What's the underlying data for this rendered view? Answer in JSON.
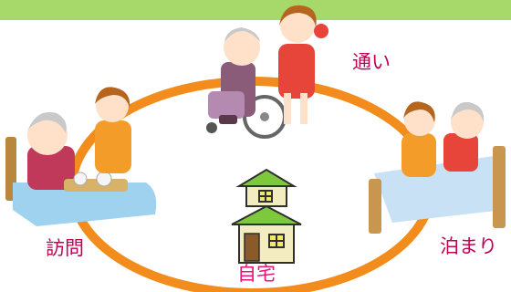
{
  "labels": {
    "kayoi": "通い",
    "houmon": "訪問",
    "tomari": "泊まり",
    "jitaku": "自宅"
  },
  "colors": {
    "top_bar": "#a6d86a",
    "circle": "#f28c1c",
    "label_text": "#c00055",
    "jitaku_text": "#e8147a",
    "roof": "#7ec83e",
    "wall": "#f2ecc0"
  },
  "icons": [
    "wheelchair-illustration",
    "bed-meal-illustration",
    "bed-care-illustration",
    "house-icon"
  ]
}
